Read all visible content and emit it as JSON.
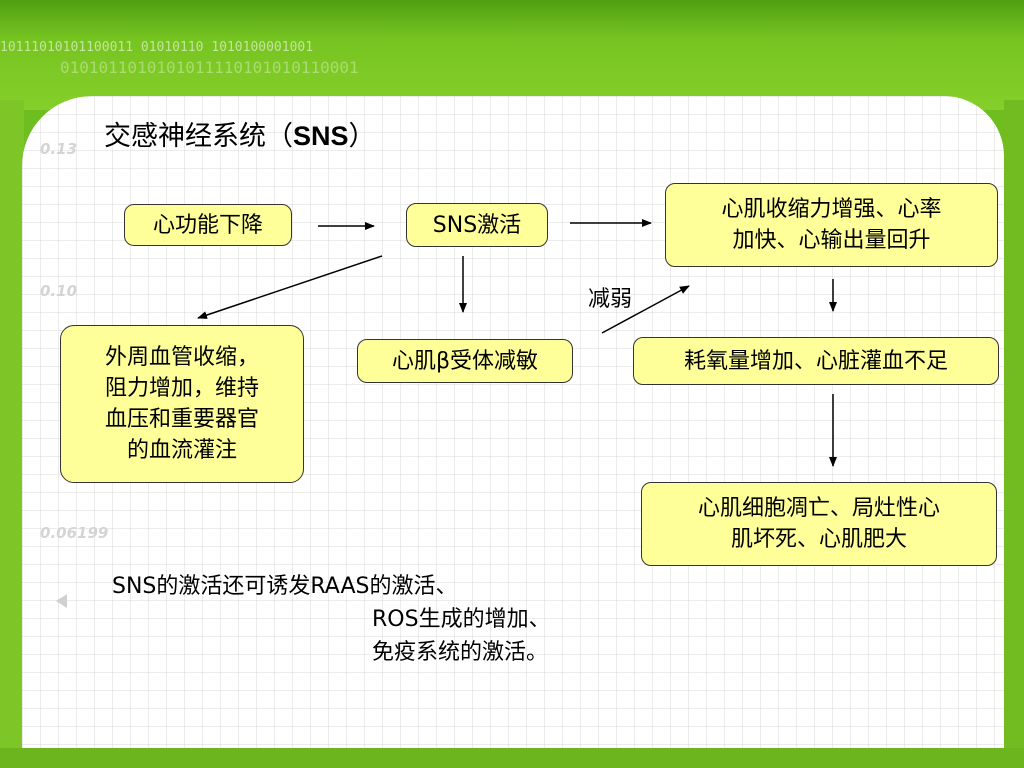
{
  "slide": {
    "title_prefix": "交感神经系统（",
    "title_bold": "SNS",
    "title_suffix": "）"
  },
  "background": {
    "digits_line1": "10111010101100011   01010110   1010100001001",
    "digits_line2": "0101011010101011110101010110001",
    "watermarks": [
      "0.13",
      "0.10",
      "0.06199"
    ]
  },
  "nodes": {
    "heart_decline": "心功能下降",
    "sns_activation": "SNS激活",
    "contractility": [
      "心肌收缩力增强、心率",
      "加快、心输出量回升"
    ],
    "vasoconstriction": [
      "外周血管收缩，",
      "阻力增加，维持",
      "血压和重要器官",
      "的血流灌注"
    ],
    "beta_desensitization": "心肌β受体减敏",
    "oxygen_consumption": "耗氧量增加、心脏灌血不足",
    "apoptosis": [
      "心肌细胞凋亡、局灶性心",
      "肌坏死、心肌肥大"
    ]
  },
  "edge_labels": {
    "weaken": "减弱"
  },
  "note": {
    "line1": "SNS的激活还可诱发RAAS的激活、",
    "line2": "ROS生成的增加、",
    "line3": "免疫系统的激活。"
  },
  "colors": {
    "box_fill": "#ffff99",
    "frame_green": "#6fbe1f"
  }
}
